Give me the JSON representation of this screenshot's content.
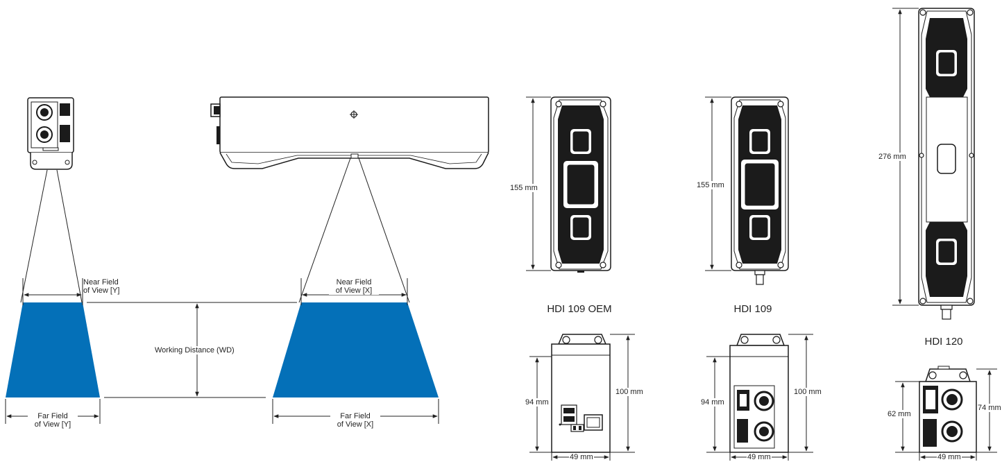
{
  "labels": {
    "near_y": [
      "Near Field",
      "of View [Y]"
    ],
    "far_y": [
      "Far Field",
      "of View [Y]"
    ],
    "near_x": [
      "Near Field",
      "of View [X]"
    ],
    "far_x": [
      "Far Field",
      "of View [X]"
    ],
    "wd": "Working Distance (WD)"
  },
  "colors": {
    "field": "#0470b8",
    "line": "#222222",
    "device": "#1b1b1b"
  },
  "models": [
    {
      "name": "HDI 109 OEM",
      "height": "155 mm",
      "side_height": "94 mm",
      "side_total": "100 mm",
      "width": "49 mm"
    },
    {
      "name": "HDI 109",
      "height": "155 mm",
      "side_height": "94 mm",
      "side_total": "100 mm",
      "width": "49 mm"
    },
    {
      "name": "HDI 120",
      "height": "276 mm",
      "side_height": "62 mm",
      "side_total": "74 mm",
      "width": "49 mm"
    }
  ]
}
